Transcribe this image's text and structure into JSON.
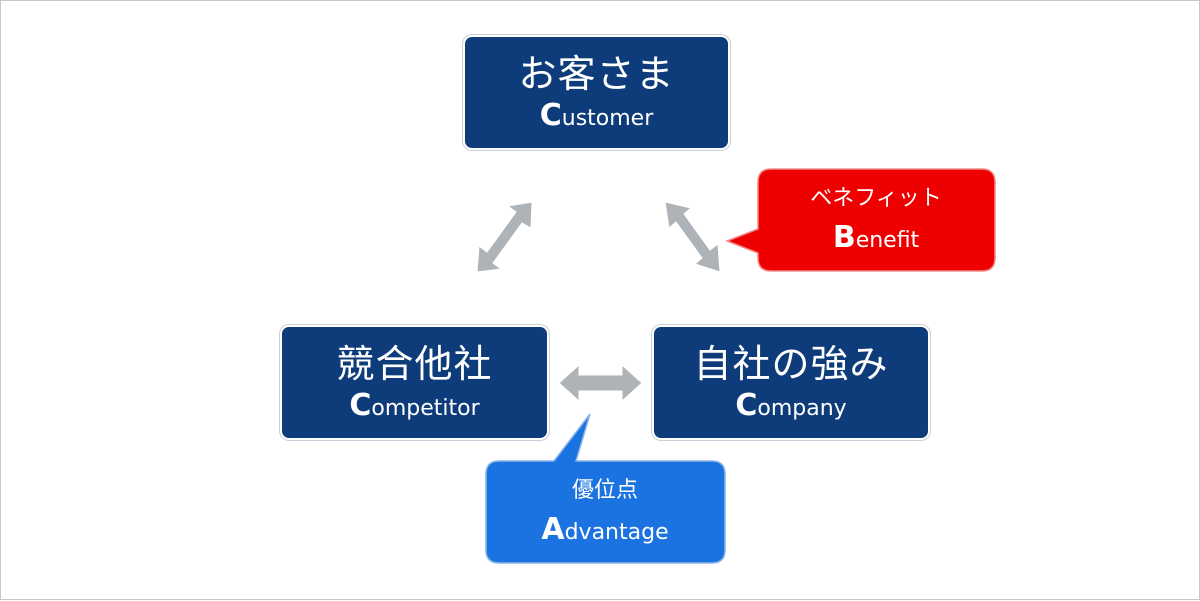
{
  "customer": {
    "jp": "お客さま",
    "en_initial": "C",
    "en_rest": "ustomer",
    "color": "#0e3c7a"
  },
  "competitor": {
    "jp": "競合他社",
    "en_initial": "C",
    "en_rest": "ompetitor",
    "color": "#0e3c7a"
  },
  "company": {
    "jp": "自社の強み",
    "en_initial": "C",
    "en_rest": "ompany",
    "color": "#0e3c7a"
  },
  "benefit": {
    "jp": "ベネフィット",
    "en_initial": "B",
    "en_rest": "enefit",
    "color": "#ee0000"
  },
  "advantage": {
    "jp": "優位点",
    "en_initial": "A",
    "en_rest": "dvantage",
    "color": "#1a73e0"
  },
  "arrow_color": "#aeb3b8"
}
